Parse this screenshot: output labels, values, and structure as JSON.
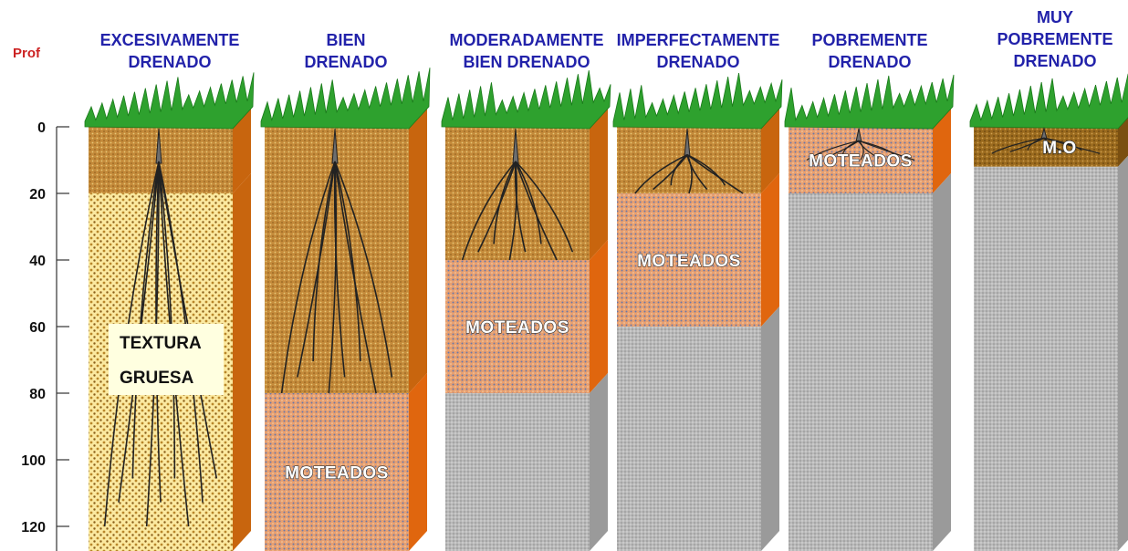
{
  "axis": {
    "label": "Prof",
    "ticks": [
      0,
      20,
      40,
      60,
      80,
      100,
      120
    ]
  },
  "columns": [
    {
      "heading": [
        "EXCESIVAMENTE",
        "DRENADO"
      ],
      "layers": [
        {
          "from": 0,
          "to": 20,
          "type": "topsoil"
        },
        {
          "from": 20,
          "to": 130,
          "type": "coarse"
        }
      ],
      "root_depth": 120
    },
    {
      "heading": [
        "BIEN",
        "DRENADO"
      ],
      "layers": [
        {
          "from": 0,
          "to": 80,
          "type": "topsoil"
        },
        {
          "from": 80,
          "to": 130,
          "type": "mottled"
        }
      ],
      "root_depth": 80
    },
    {
      "heading": [
        "MODERADAMENTE",
        "BIEN DRENADO"
      ],
      "layers": [
        {
          "from": 0,
          "to": 40,
          "type": "topsoil"
        },
        {
          "from": 40,
          "to": 80,
          "type": "mottled"
        },
        {
          "from": 80,
          "to": 130,
          "type": "gley"
        }
      ],
      "root_depth": 40
    },
    {
      "heading": [
        "IMPERFECTAMENTE",
        "DRENADO"
      ],
      "layers": [
        {
          "from": 0,
          "to": 20,
          "type": "topsoil"
        },
        {
          "from": 20,
          "to": 60,
          "type": "mottled"
        },
        {
          "from": 60,
          "to": 130,
          "type": "gley"
        }
      ],
      "root_depth": 20
    },
    {
      "heading": [
        "POBREMENTE",
        "DRENADO"
      ],
      "layers": [
        {
          "from": 0,
          "to": 20,
          "type": "mottled"
        },
        {
          "from": 20,
          "to": 130,
          "type": "gley"
        }
      ],
      "root_depth": 10
    },
    {
      "heading": [
        "MUY",
        "POBREMENTE",
        "DRENADO"
      ],
      "layers": [
        {
          "from": 0,
          "to": 12,
          "type": "organic"
        },
        {
          "from": 12,
          "to": 130,
          "type": "gley"
        }
      ],
      "root_depth": 8
    }
  ],
  "labels": {
    "mottled": "MOTEADOS",
    "texture": [
      "TEXTURA",
      "GRUESA"
    ],
    "organic": "M.O"
  },
  "colors": {
    "heading": "#2222aa",
    "axis_label": "#cc2222",
    "grass": "#2ea12e",
    "topsoil": "#c48a3a",
    "coarse": "#fbe9a0",
    "mottled": "#e8a070",
    "gley": "#b9b9b9",
    "organic": "#9a6a1e",
    "side_orange": "#e0660e",
    "side_brown": "#c8650e",
    "side_gray": "#9a9a9a",
    "root": "#222222"
  }
}
